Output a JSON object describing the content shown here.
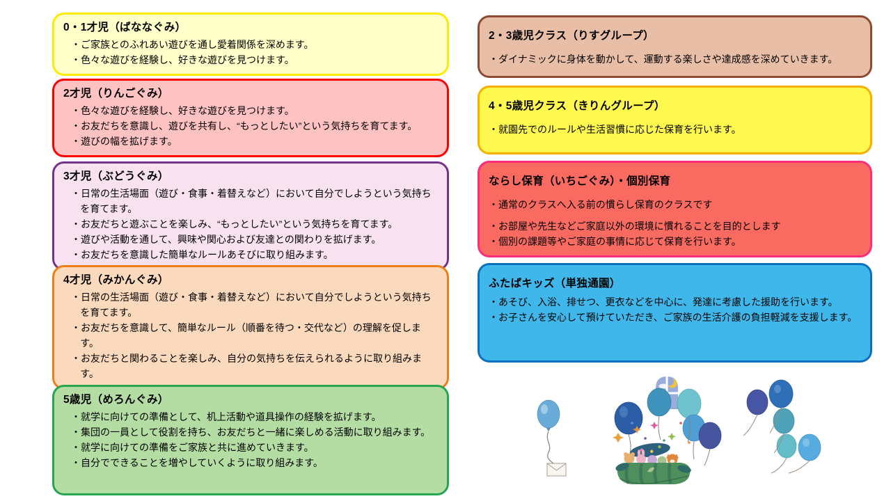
{
  "page": {
    "background": "#FFFFFF"
  },
  "cards": [
    {
      "id": "banana-group",
      "title": "0・1才児（ばななぐみ）",
      "bullets": [
        "・ご家族とのふれあい遊びを通し愛着関係を深めます。",
        "・色々な遊びを経験し、好きな遊びを見つけます。"
      ],
      "fill": "#FFFFC9",
      "border": "#FFEB00"
    },
    {
      "id": "ringo-group",
      "title": "2才児（りんごぐみ）",
      "bullets": [
        "・色々な遊びを経験し、好きな遊びを見つけます。",
        "・お友だちを意識し、遊びを共有し、“もっとしたい”という気持ちを育てます。",
        "・遊びの幅を拡げます。"
      ],
      "fill": "#FFC2C2",
      "border": "#FF0000"
    },
    {
      "id": "budou-group",
      "title": "3才児（ぶどうぐみ）",
      "bullets": [
        "・日常の生活場面（遊び・食事・着替えなど）において自分でしようという気持ちを育てます。",
        "・お友だちと遊ぶことを楽しみ、“もっとしたい”という気持ちを育てます。",
        "・遊びや活動を通して、興味や関心および友達との関わりを拡げます。",
        "・お友だちを意識した簡単なルールあそびに取り組みます。"
      ],
      "fill": "#F8E2F0",
      "border": "#76318A"
    },
    {
      "id": "mikan-group",
      "title": "4才児（みかんぐみ）",
      "bullets": [
        "・日常の生活場面（遊び・食事・着替えなど）において自分でしようという気持ちを育てます。",
        "・お友だちを意識して、簡単なルール（順番を待つ・交代など）の理解を促します。",
        "・お友だちと関わることを楽しみ、自分の気持ちを伝えられるように取り組みます。"
      ],
      "fill": "#FBD9BC",
      "border": "#EF7D15"
    },
    {
      "id": "melon-group",
      "title": "5歳児（めろんぐみ）",
      "bullets": [
        "・就学に向けての準備として、机上活動や道具操作の経験を拡げます。",
        "・集団の一員として役割を持ち、お友だちと一緒に楽しめる活動に取り組みます。",
        "・就学に向けての準備をご家族と共に進めていきます。",
        "・自分でできることを増やしていくように取り組みます。"
      ],
      "fill": "#B4DDA3",
      "border": "#27A551"
    },
    {
      "id": "risu-group",
      "title": "2・3歳児クラス（りすグループ）",
      "bullets": [
        "・ダイナミックに身体を動かして、運動する楽しさや達成感を深めていきます。"
      ],
      "fill": "#E9BEA7",
      "border": "#8A4B31"
    },
    {
      "id": "kirin-group",
      "title": "4・5歳児クラス（きりんグループ）",
      "bullets": [
        "・就園先でのルールや生活習慣に応じた保育を行います。"
      ],
      "fill": "#FFF84E",
      "border": "#F8B000"
    },
    {
      "id": "ichigo-group",
      "title": "ならし保育（いちごぐみ）・個別保育",
      "bullets": [
        "・通常のクラスへ入る前の慣らし保育のクラスです",
        "・お部屋や先生などご家庭以外の環境に慣れることを目的とします",
        "・個別の課題等やご家庭の事情に応じて保育を行います。"
      ],
      "fill": "#F96A61",
      "border": "#FB2E7E"
    },
    {
      "id": "futaba-kids",
      "title": "ふたばキッズ（単独通園）",
      "bullets": [
        "・あそび、入浴、排せつ、更衣などを中心に、発達に考慮した援助を行います。",
        "・お子さんを安心して預けていただき、ご家族の生活介護の負担軽減を支援します。"
      ],
      "fill": "#3FB7EB",
      "border": "#0C70BE"
    }
  ],
  "illustration": {
    "items": [
      "balloon-with-letter",
      "window-with-crescent-moon",
      "sleeping-animals-basket-with-balloons",
      "balloon-cluster"
    ],
    "balloon_colors": [
      "#63A8D8",
      "#2B5EA7",
      "#3E93BC",
      "#6FC3CF",
      "#4D9FD6",
      "#47559F",
      "#4656A5",
      "#2E6FB8",
      "#4FA3B8",
      "#63BCC8",
      "#58ABDE"
    ]
  }
}
